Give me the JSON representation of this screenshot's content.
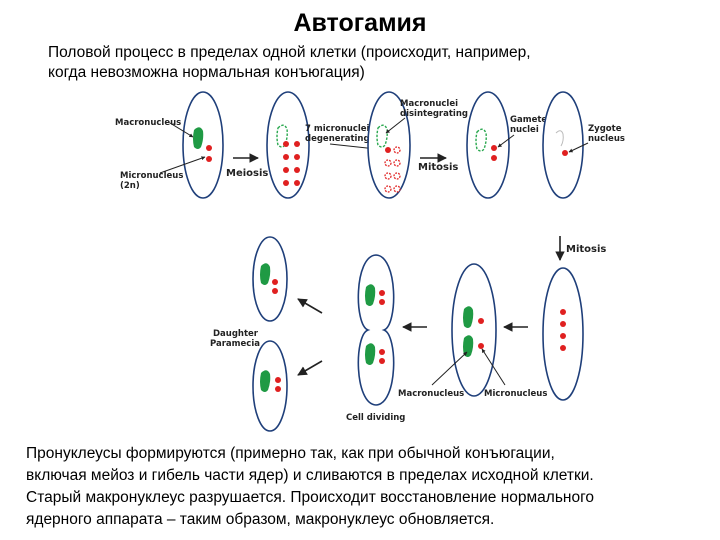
{
  "title": "Автогамия",
  "intro": [
    "Половой процесс в пределах одной клетки (происходит, например,",
    "когда невозможна нормальная конъюгация)"
  ],
  "diagram": {
    "labels": {
      "macronucleus": "Macronucleus",
      "micronucleus_line1": "Micronucleus",
      "micronucleus_line2": "(2n)",
      "micronuclei_degenerating_line1": "7 micronuclei",
      "micronuclei_degenerating_line2": "degenerating",
      "macronuclei_disintegrating_line1": "Macronuclei",
      "macronuclei_disintegrating_line2": "disintegrating",
      "gamete_nuclei_line1": "Gamete",
      "gamete_nuclei_line2": "nuclei",
      "zygote_nucleus_line1": "Zygote",
      "zygote_nucleus_line2": "nucleus",
      "daughter_paramecia_line1": "Daughter",
      "daughter_paramecia_line2": "Paramecia",
      "macronucleus_bottom": "Macronucleus",
      "micronucleus_bottom": "Micronucleus",
      "cell_dividing": "Cell dividing"
    },
    "arrows": {
      "meiosis": "Meiosis",
      "mitosis_1": "Mitosis",
      "mitosis_2": "Mitosis"
    }
  },
  "outro": [
    "Пронуклеусы формируются (примерно так, как при обычной конъюгации,",
    "включая мейоз и гибель части ядер) и сливаются в пределах исходной клетки.",
    "Старый макронуклеус разрушается. Происходит восстановление нормального",
    "ядерного аппарата – таким образом, макронуклеус обновляется."
  ],
  "colors": {
    "cell_outline": "#1f3f7a",
    "macronucleus": "#1f9a44",
    "micronucleus": "#e02020"
  }
}
